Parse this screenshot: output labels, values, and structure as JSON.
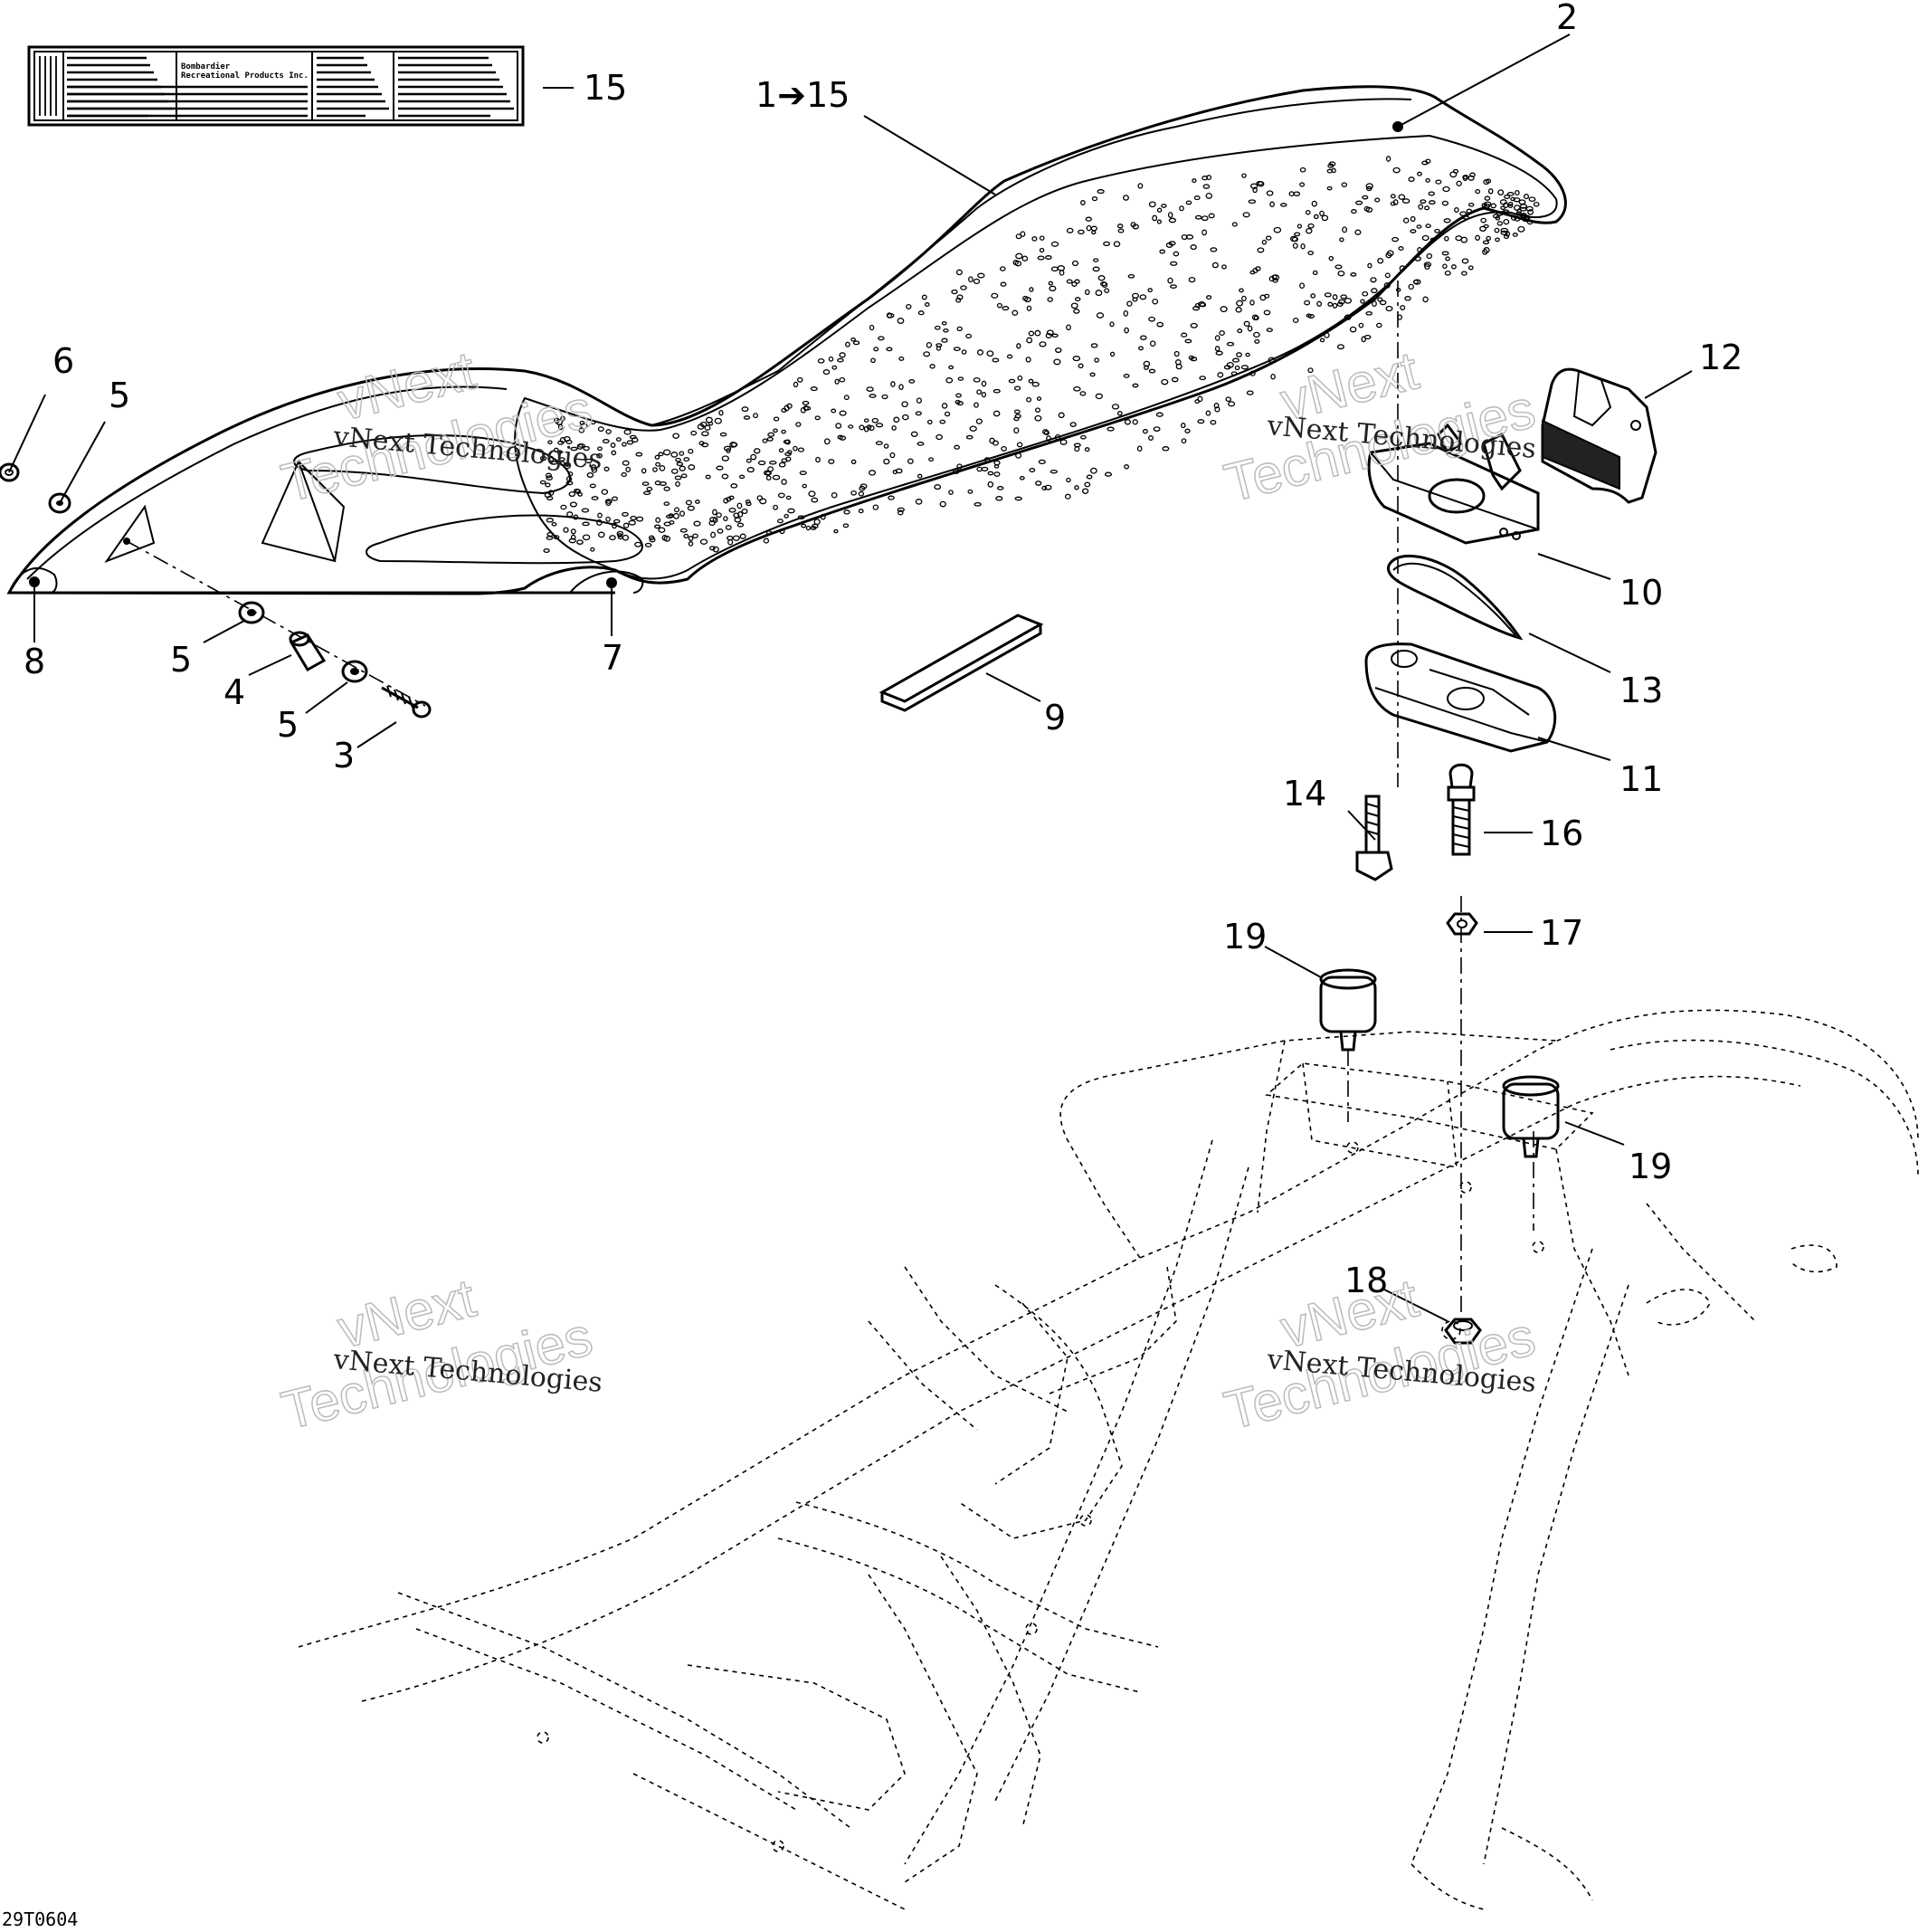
{
  "labels": {
    "l1": "1➔15",
    "l2": "2",
    "l3": "3",
    "l4": "4",
    "l5a": "5",
    "l5b": "5",
    "l5c": "5",
    "l6": "6",
    "l7": "7",
    "l8": "8",
    "l9": "9",
    "l10": "10",
    "l11": "11",
    "l12": "12",
    "l13": "13",
    "l14": "14",
    "l15": "15",
    "l16": "16",
    "l17": "17",
    "l18": "18",
    "l19a": "19",
    "l19b": "19"
  },
  "watermark": {
    "line1": "vNext Technologies",
    "line2": "vNext",
    "line3": "Technologies"
  },
  "figure_code": "29T0604",
  "decal": {
    "brand_line1": "Bombardier",
    "brand_line2": "Recreational Products Inc."
  }
}
